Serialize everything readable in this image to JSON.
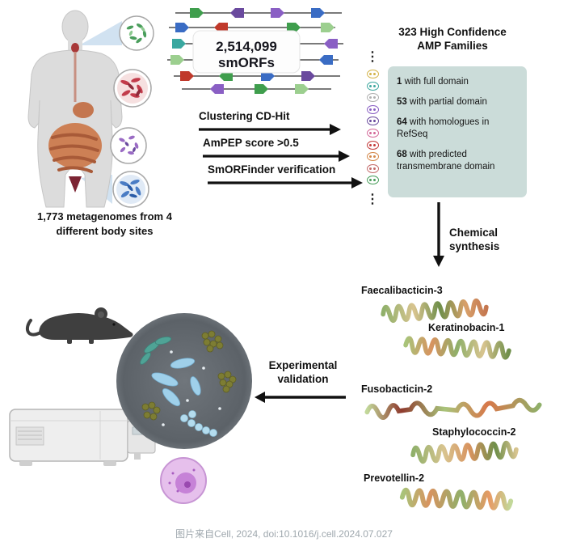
{
  "body_sites": {
    "caption_line1": "1,773 metagenomes from 4",
    "caption_line2": "different body sites"
  },
  "smorfs": {
    "count": "2,514,099",
    "label": "smORFs"
  },
  "pipeline": {
    "steps": [
      {
        "label": "Clustering CD-Hit"
      },
      {
        "label": "AmPEP score >0.5"
      },
      {
        "label": "SmORFinder verification"
      }
    ]
  },
  "families": {
    "title_line1": "323 High Confidence",
    "title_line2": "AMP Families",
    "items": [
      {
        "num": "1",
        "text": " with full domain"
      },
      {
        "num": "53",
        "text": " with partial domain"
      },
      {
        "num": "64",
        "text": " with homologues in RefSeq"
      },
      {
        "num": "68",
        "text": " with predicted transmembrane domain"
      }
    ]
  },
  "chemical_synthesis": {
    "line1": "Chemical",
    "line2": "synthesis"
  },
  "peptides": [
    {
      "name": "Faecalibacticin-3"
    },
    {
      "name": "Keratinobacin-1"
    },
    {
      "name": "Fusobacticin-2"
    },
    {
      "name": "Staphylococcin-2"
    },
    {
      "name": "Prevotellin-2"
    }
  ],
  "validation": {
    "line1": "Experimental",
    "line2": "validation"
  },
  "footer": {
    "credit": "图片来自Cell, 2024, doi:10.1016/j.cell.2024.07.027"
  },
  "colors": {
    "families_box_bg": "#cbdcd9",
    "arrow_black": "#111111",
    "beam_blue": "#b9d3ea"
  }
}
